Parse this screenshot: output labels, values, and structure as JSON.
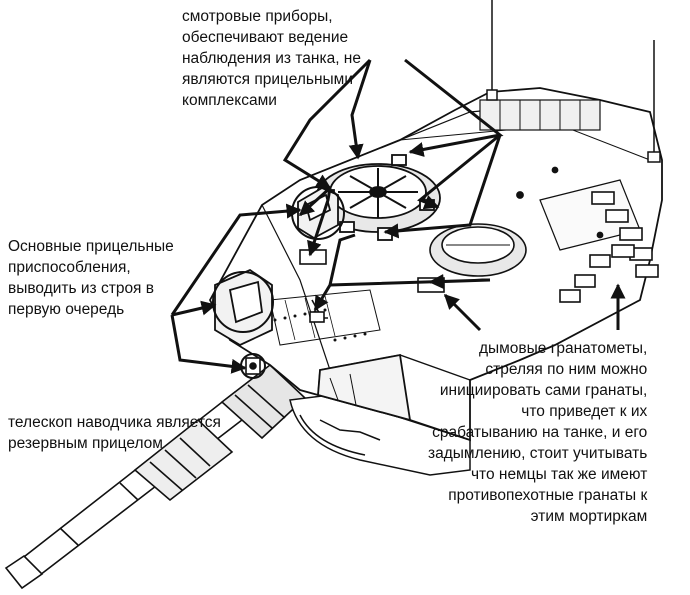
{
  "labels": {
    "observation_devices": [
      "смотровые приборы,",
      "обеспечивают ведение",
      "наблюдения из танка, не",
      "являются прицельными",
      "комплексами"
    ],
    "main_sights": [
      "Основные прицельные",
      "приспособления,",
      "выводить из строя в",
      "первую очередь"
    ],
    "gunner_telescope": [
      "телескоп наводчика является",
      "резервным прицелом"
    ],
    "smoke_launchers": [
      "дымовые гранатометы,",
      "стреляя по ним можно",
      "инициировать сами гранаты,",
      "что приведет к их",
      "срабатыванию на танке, и его",
      "задымлению, стоит учитывать",
      "что немцы так же имеют",
      "противопехотные гранаты к",
      "этим мортиркам"
    ]
  },
  "colors": {
    "ink": "#111111",
    "paper": "#ffffff",
    "shade": "#d9d9d9"
  }
}
